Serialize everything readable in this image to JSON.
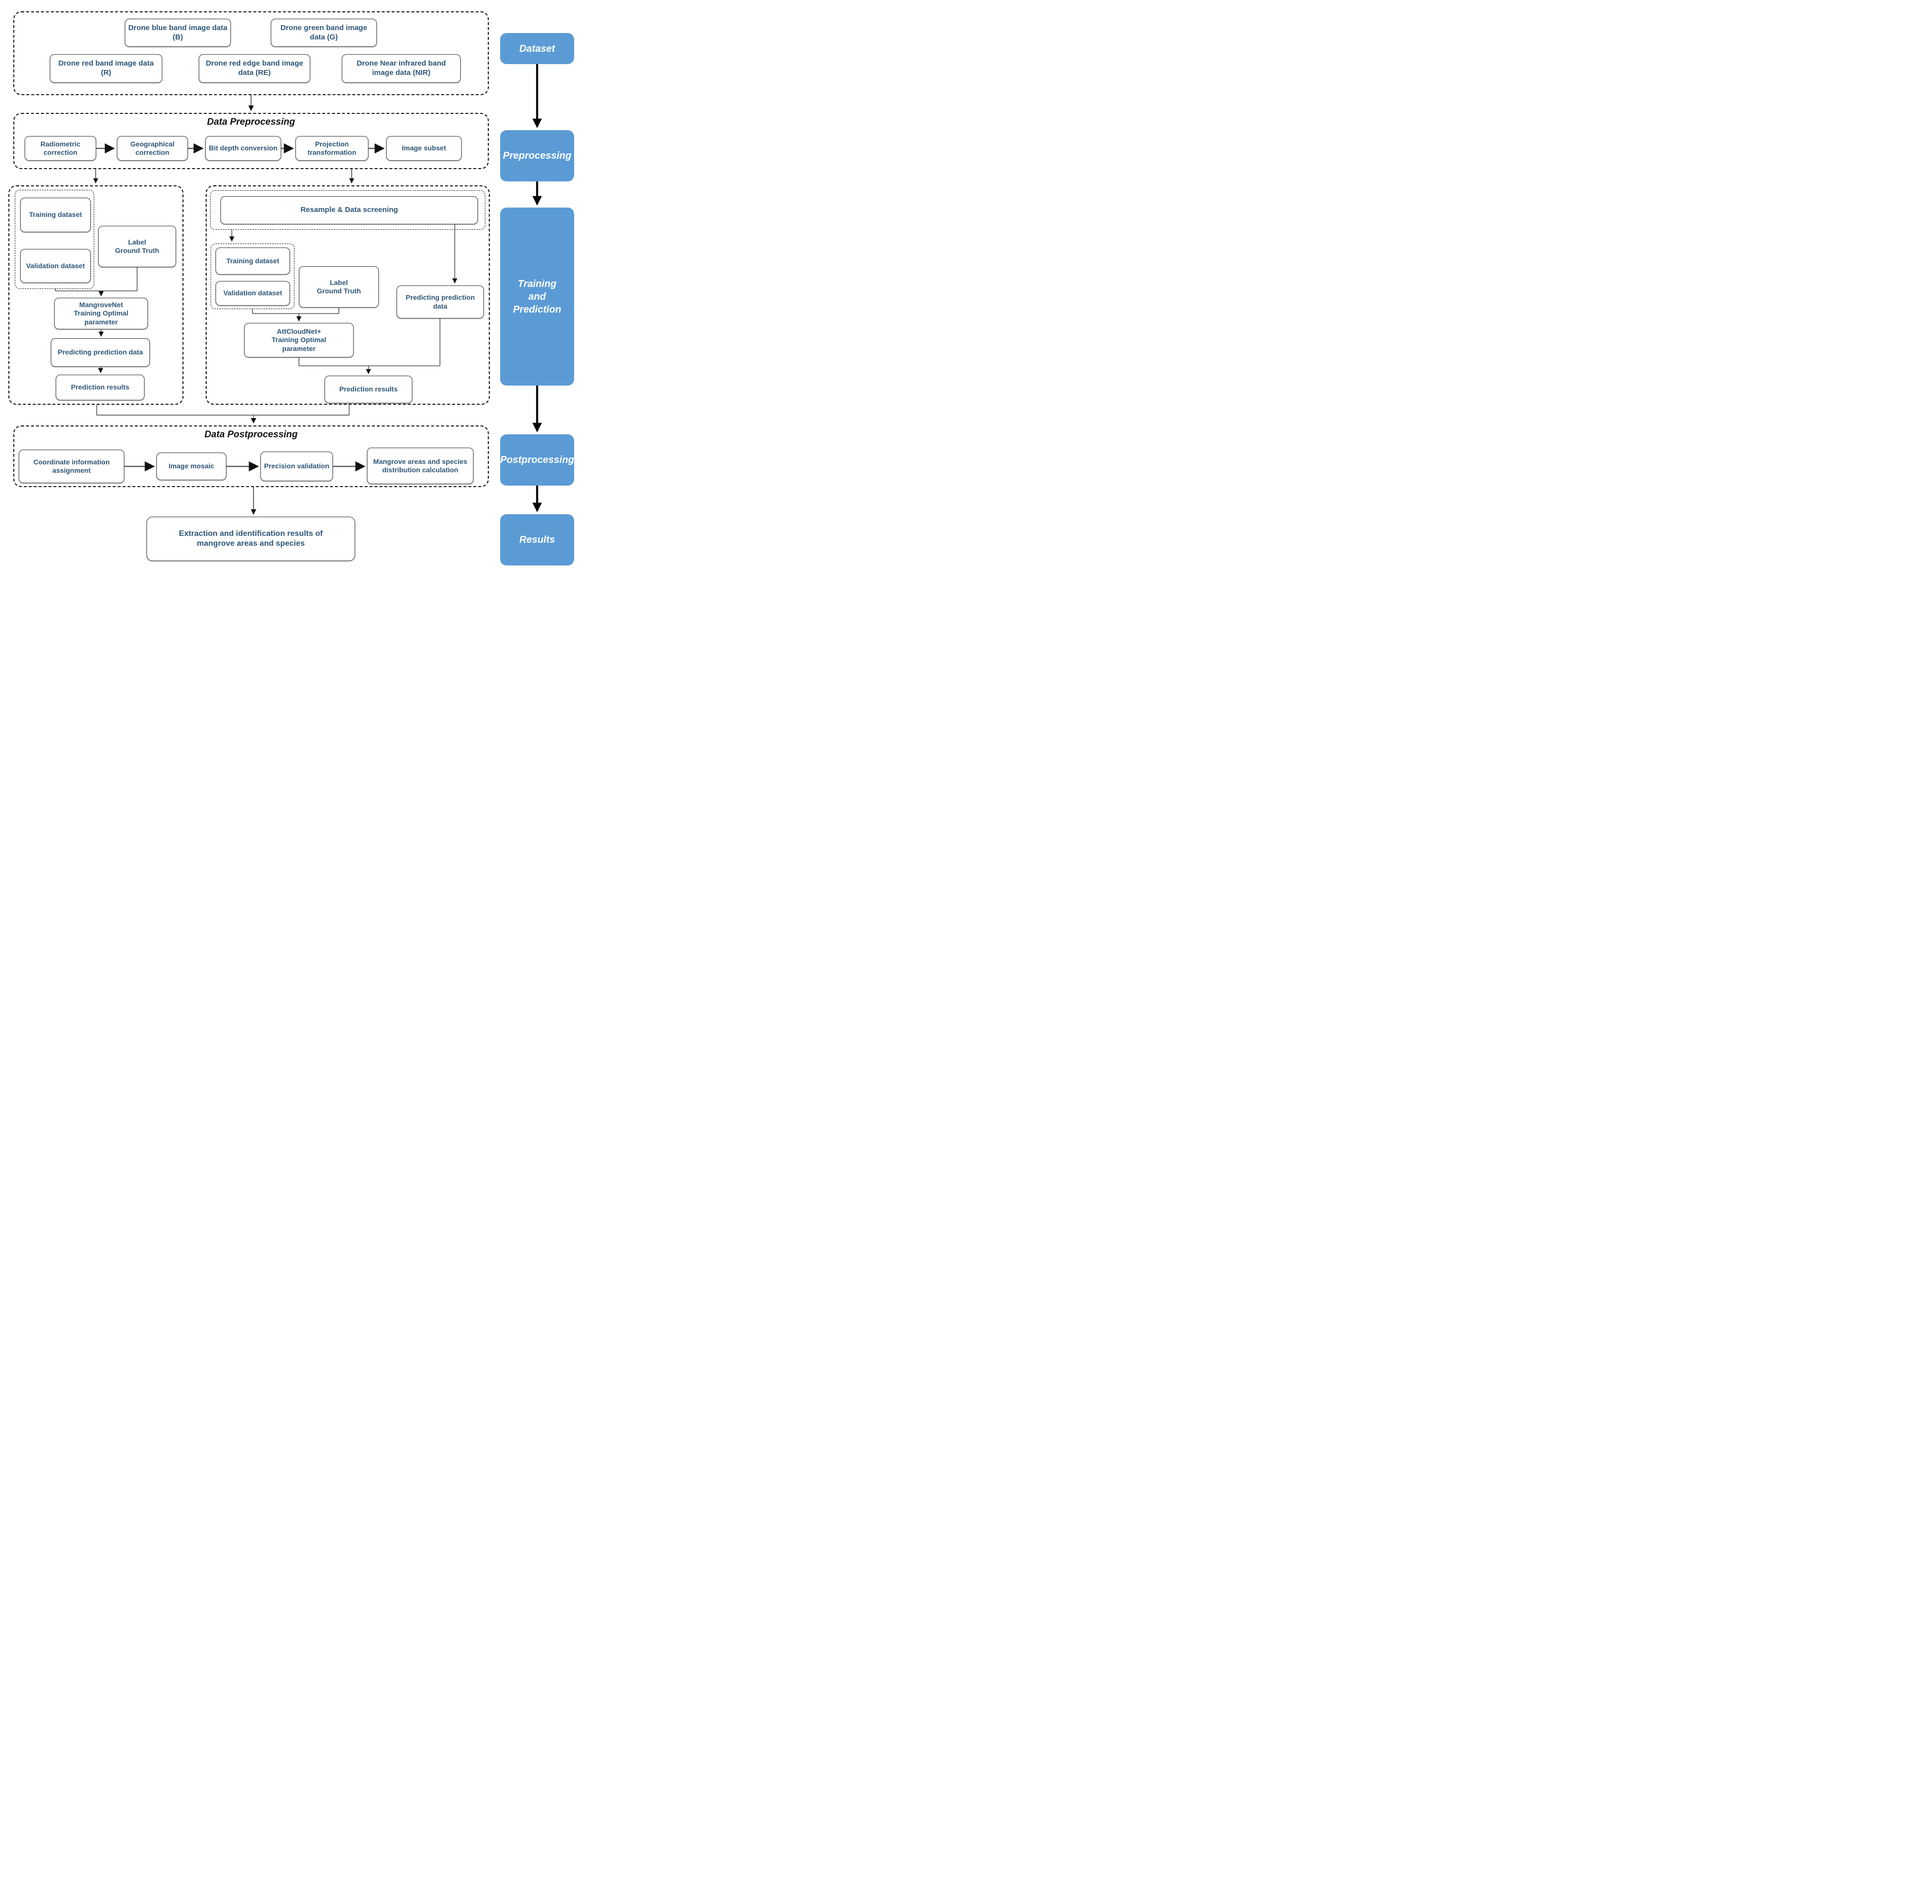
{
  "colors": {
    "accent": "#5b9bd5",
    "node_text": "#2e5677",
    "title_text": "#111111"
  },
  "dataset": {
    "blue": "Drone blue band image data (B)",
    "green": "Drone green band image data (G)",
    "red": "Drone red band image data (R)",
    "red_edge": "Drone red edge band image data (RE)",
    "nir": "Drone Near infrared band image data (NIR)"
  },
  "preprocessing": {
    "title": "Data Preprocessing",
    "steps": {
      "radiometric": "Radiometric correction",
      "geographical": "Geographical correction",
      "bit_depth": "Bit depth conversion",
      "projection": "Projection transformation",
      "image_subset": "Image subset"
    }
  },
  "left_flow": {
    "training_dataset": "Training dataset",
    "validation_dataset": "Validation dataset",
    "label_ground_truth": "Label\nGround Truth",
    "model": "MangroveNet\nTraining Optimal\nparameter",
    "predicting": "Predicting prediction data",
    "results": "Prediction results"
  },
  "right_flow": {
    "resample": "Resample & Data screening",
    "training_dataset": "Training dataset",
    "validation_dataset": "Validation dataset",
    "label_ground_truth": "Label\nGround Truth",
    "model": "AttCloudNet+\nTraining Optimal\nparameter",
    "predicting": "Predicting prediction data",
    "results": "Prediction results"
  },
  "postprocessing": {
    "title": "Data Postprocessing",
    "steps": {
      "coordinate": "Coordinate information assignment",
      "image_mosaic": "Image mosaic",
      "precision_validation": "Precision validation",
      "mangrove_calc": "Mangrove areas and species distribution calculation"
    }
  },
  "final_result": "Extraction and identification results of\nmangrove areas and species",
  "sidebar": {
    "dataset": "Dataset",
    "preprocessing": "Preprocessing",
    "training_prediction": "Training\nand\nPrediction",
    "postprocessing": "Postprocessing",
    "results": "Results"
  }
}
